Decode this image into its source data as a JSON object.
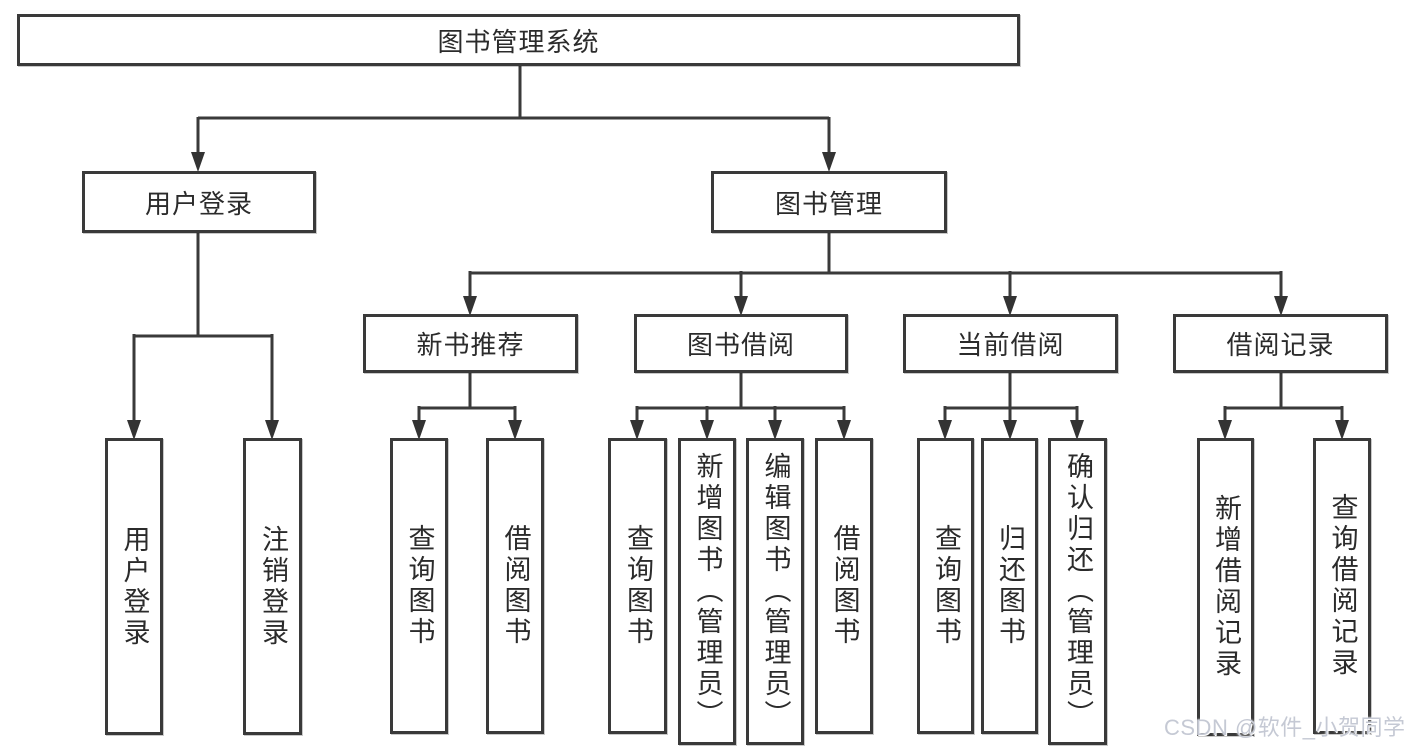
{
  "diagram": {
    "title": "图书管理系统",
    "watermark": "CSDN @软件_小贺同学",
    "colors": {
      "background": "#ffffff",
      "line": "#3a3a3a",
      "box_border": "#3a3a3a",
      "text": "#2b2b2b",
      "watermark": "#c5c9d4"
    },
    "tree": {
      "root": "图书管理系统",
      "level1": {
        "user_login": "用户登录",
        "book_management": "图书管理"
      },
      "level2": {
        "new_book_recommend": "新书推荐",
        "book_borrow": "图书借阅",
        "current_borrow": "当前借阅",
        "borrow_records": "借阅记录"
      },
      "leaves": {
        "user_login": [
          "用户登录",
          "注销登录"
        ],
        "new_book_recommend": [
          "查询图书",
          "借阅图书"
        ],
        "book_borrow": [
          "查询图书",
          "新增图书（管理员）",
          "编辑图书（管理员）",
          "借阅图书"
        ],
        "current_borrow": [
          "查询图书",
          "归还图书",
          "确认归还（管理员）"
        ],
        "borrow_records": [
          "新增借阅记录",
          "查询借阅记录"
        ]
      }
    }
  }
}
